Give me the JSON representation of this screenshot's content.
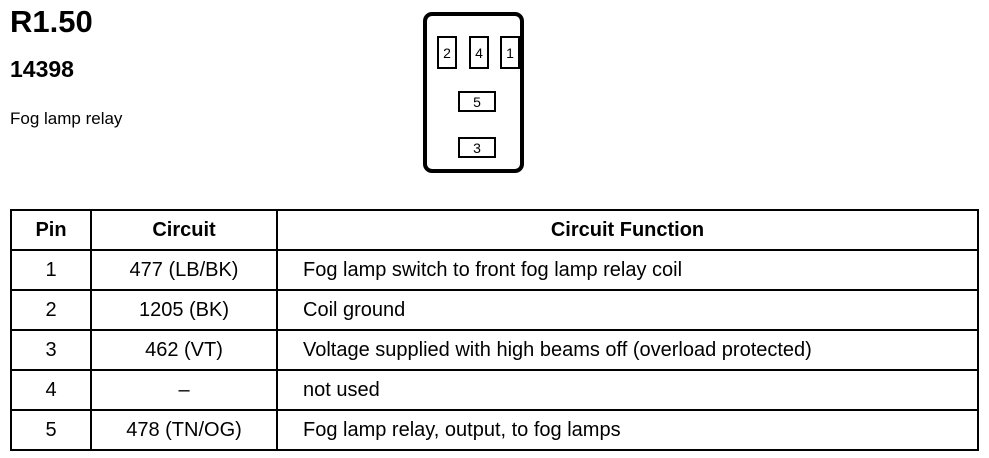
{
  "header": {
    "id": "R1.50",
    "part_number": "14398",
    "name": "Fog lamp relay"
  },
  "connector": {
    "pins": {
      "p2": "2",
      "p4": "4",
      "p1": "1",
      "p5": "5",
      "p3": "3"
    }
  },
  "table": {
    "headers": [
      "Pin",
      "Circuit",
      "Circuit Function"
    ],
    "rows": [
      {
        "pin": "1",
        "circuit": "477 (LB/BK)",
        "function": "Fog lamp switch to front fog lamp relay coil"
      },
      {
        "pin": "2",
        "circuit": "1205 (BK)",
        "function": "Coil ground"
      },
      {
        "pin": "3",
        "circuit": "462 (VT)",
        "function": "Voltage supplied with high beams off (overload protected)"
      },
      {
        "pin": "4",
        "circuit": "–",
        "function": "not used"
      },
      {
        "pin": "5",
        "circuit": "478 (TN/OG)",
        "function": "Fog lamp relay, output, to fog lamps"
      }
    ]
  }
}
